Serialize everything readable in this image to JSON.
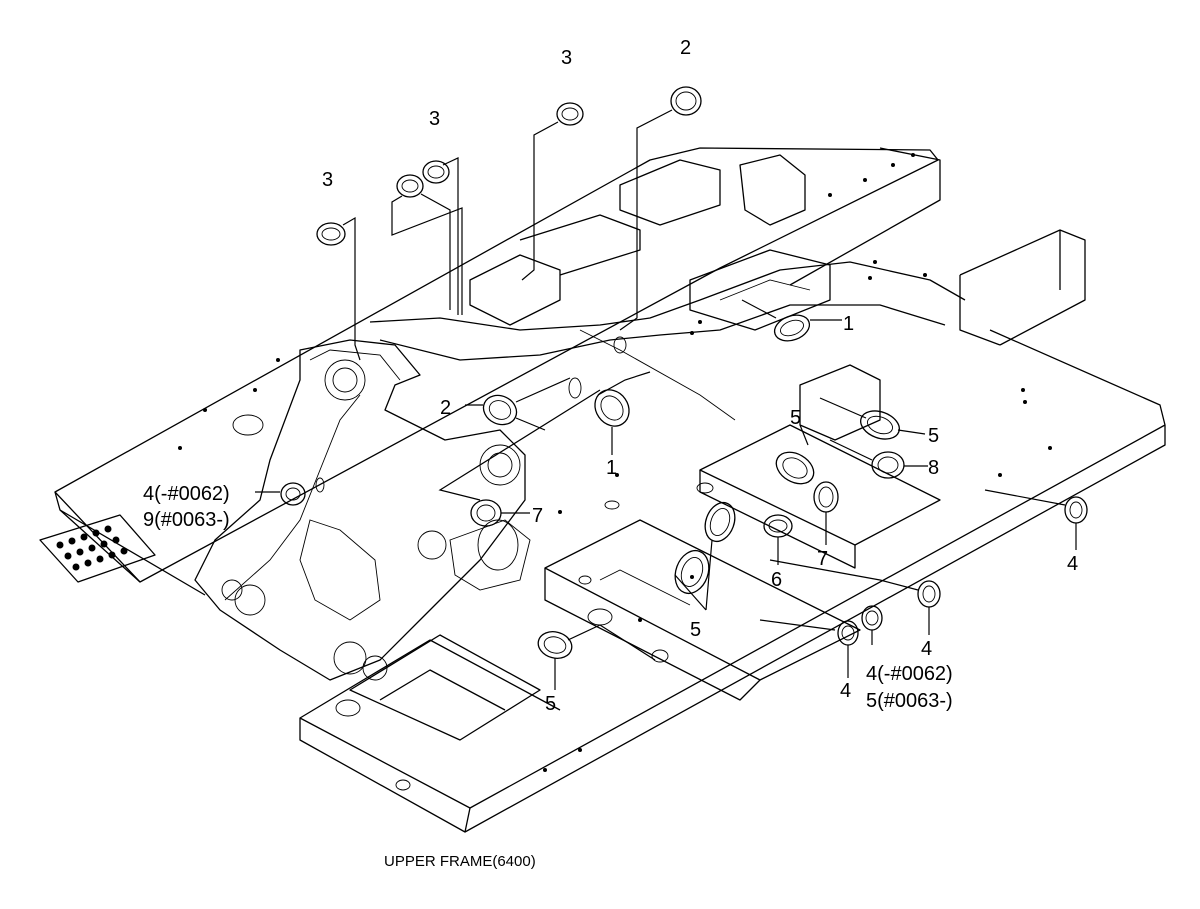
{
  "caption": "UPPER FRAME(6400)",
  "callouts": {
    "c3a": "3",
    "c3b": "3",
    "c3c": "3",
    "c2a": "2",
    "c1a": "1",
    "c2b": "2",
    "c1b": "1",
    "c5a": "5",
    "c5b": "5",
    "c8": "8",
    "c4a": "4(-#0062)",
    "c9": "9(#0063-)",
    "c7a": "7",
    "c7b": "7",
    "c6": "6",
    "c4b": "4",
    "c5c": "5",
    "c4c": "4",
    "c4d": "4",
    "c4e": "4(-#0062)",
    "c5d": "5(#0063-)",
    "c5e": "5"
  }
}
